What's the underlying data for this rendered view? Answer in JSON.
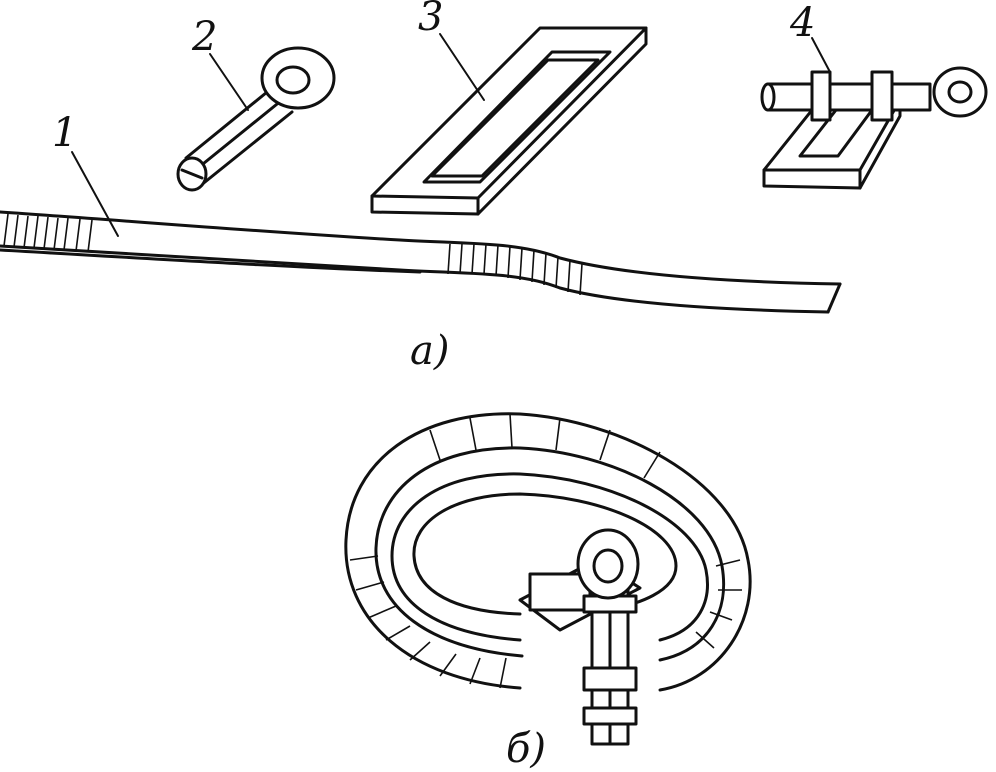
{
  "labels": {
    "strip": "1",
    "pin": "2",
    "plate": "3",
    "lock": "4"
  },
  "captions": {
    "part_a": "а)",
    "part_b": "б)"
  }
}
